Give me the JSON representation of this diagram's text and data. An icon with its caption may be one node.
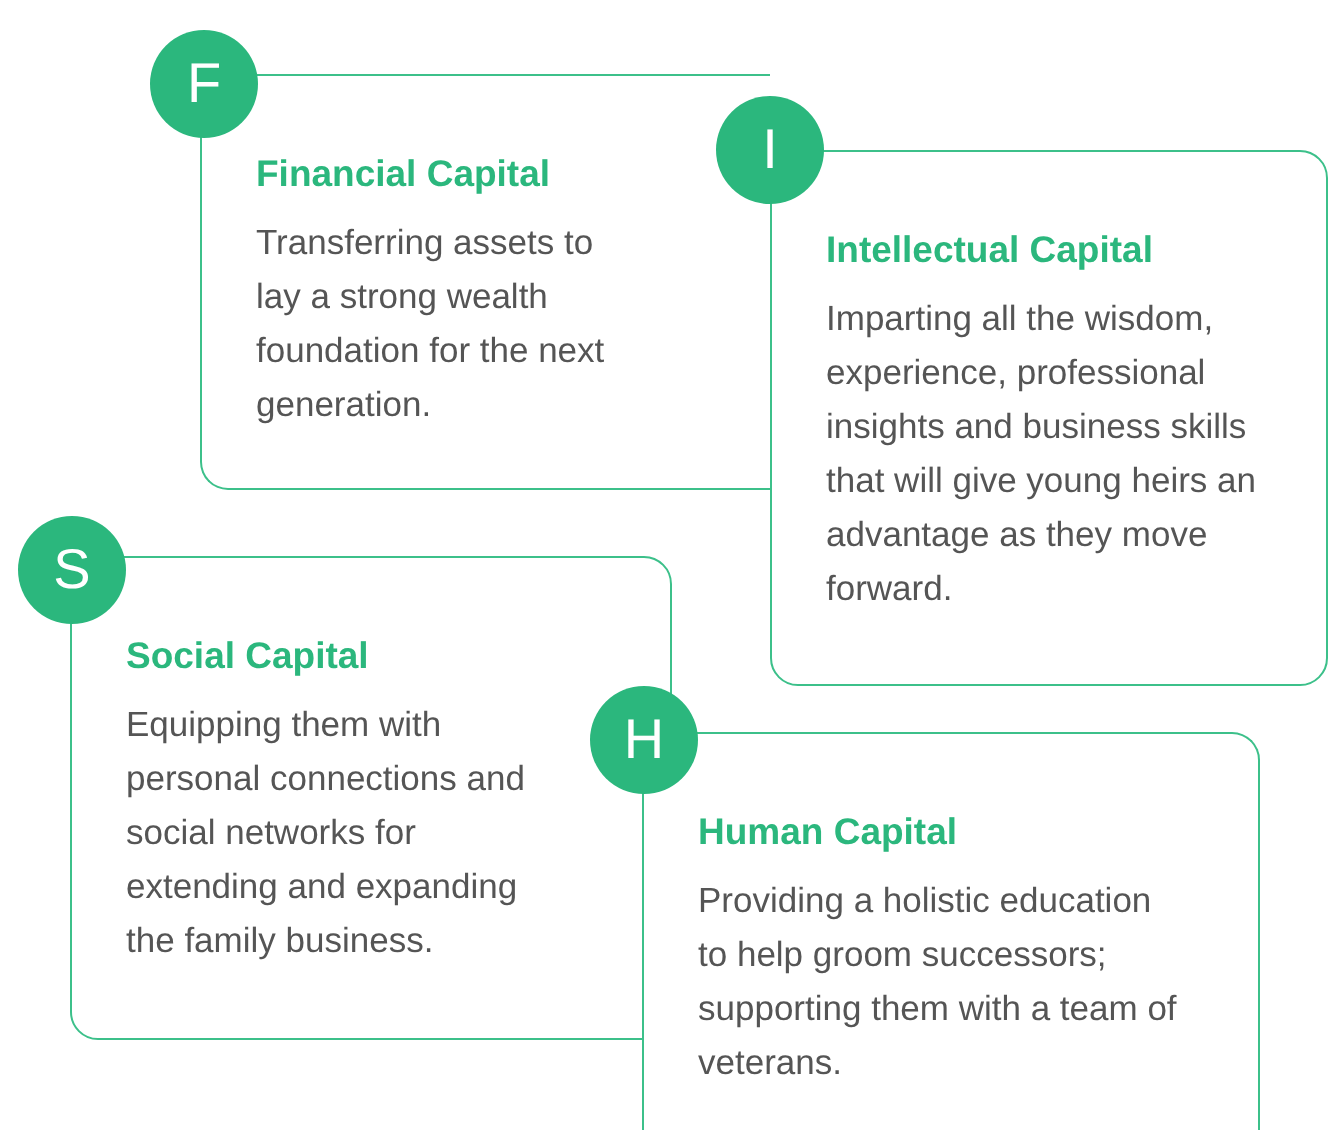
{
  "diagram": {
    "nodes": [
      {
        "text": [
          "F"
        ]
      },
      {
        "text": [
          "Financial Capital",
          "Transferring assets to lay a strong wealth foundation for the next generation."
        ]
      },
      {
        "text": [
          "I"
        ]
      },
      {
        "text": [
          "Intellectual Capital",
          "Imparting all the wisdom, experience, professional insights and business skills that will give young heirs an advantage as they move forward."
        ]
      },
      {
        "text": [
          "S"
        ]
      },
      {
        "text": [
          "Social Capital",
          "Equipping them with personal connections and social networks for extending and expanding the family business."
        ]
      },
      {
        "text": [
          "H"
        ]
      },
      {
        "text": [
          "Human Capital",
          "Providing a holistic education to help groom successors; supporting them with a team of veterans."
        ]
      }
    ]
  }
}
